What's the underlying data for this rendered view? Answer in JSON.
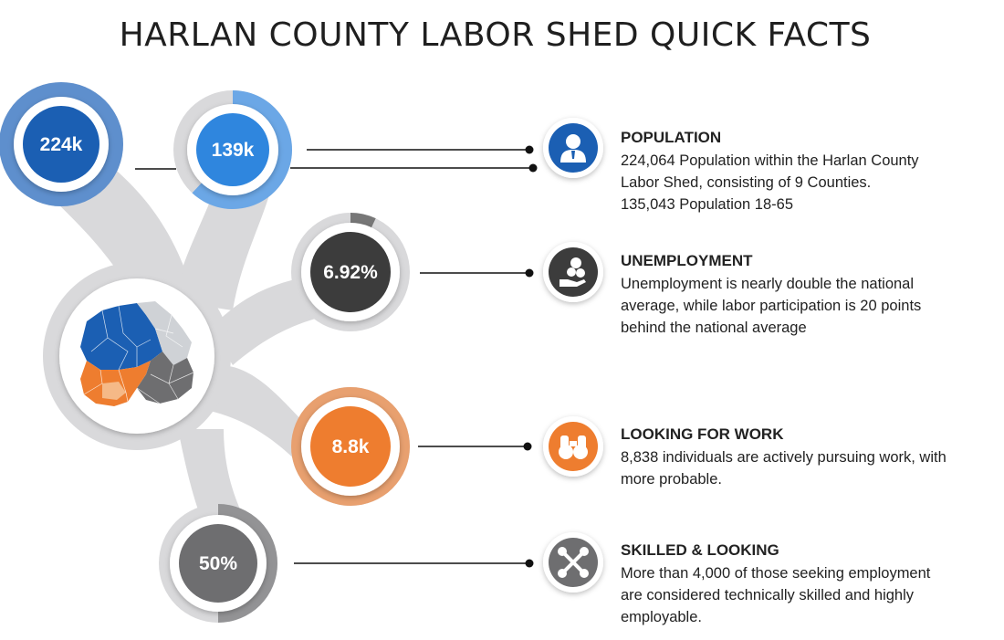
{
  "title": "HARLAN COUNTY LABOR SHED QUICK FACTS",
  "bubbles": [
    {
      "label": "224k",
      "color": "#1b5fb3",
      "ring": "#5e8fcd",
      "progress": 1.0
    },
    {
      "label": "139k",
      "color": "#2f86de",
      "ring": "#6ba7e6",
      "progress": 0.62
    },
    {
      "label": "6.92%",
      "color": "#3c3c3c",
      "ring": "#777777",
      "progress": 0.07
    },
    {
      "label": "8.8k",
      "color": "#ee7d2f",
      "ring": "#e8a06f",
      "progress": 1.0
    },
    {
      "label": "50%",
      "color": "#6e6e70",
      "ring": "#939395",
      "progress": 0.5
    }
  ],
  "facts": [
    {
      "icon": "person-icon",
      "heading": "POPULATION",
      "lines": [
        "224,064 Population within the Harlan County",
        "Labor Shed, consisting of 9 Counties.",
        "135,043 Population 18-65"
      ]
    },
    {
      "icon": "hand-coins-icon",
      "heading": "UNEMPLOYMENT",
      "lines": [
        "Unemployment is nearly double the national",
        "average, while labor participation is 20 points",
        "behind the national average"
      ]
    },
    {
      "icon": "binoculars-icon",
      "heading": "LOOKING FOR WORK",
      "lines": [
        "8,838 individuals are actively pursuing work, with",
        "more probable."
      ]
    },
    {
      "icon": "tools-icon",
      "heading": "SKILLED & LOOKING",
      "lines": [
        "More than 4,000 of those seeking employment",
        "are considered technically skilled and highly",
        "employable."
      ]
    }
  ],
  "colors": {
    "stem": "#d9d9db",
    "icon_circle": "#2a2a2a",
    "population_icon": "#1b5fb3",
    "unemployment_icon": "#3c3c3c",
    "looking_icon": "#ee7d2f",
    "skilled_icon": "#6e6e70"
  }
}
